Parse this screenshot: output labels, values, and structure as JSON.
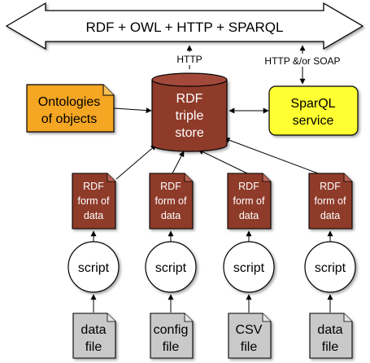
{
  "banner": {
    "label": "RDF + OWL + HTTP + SPARQL"
  },
  "connectors": {
    "http": "HTTP",
    "http_soap": "HTTP &/or SOAP"
  },
  "store": {
    "line1": "RDF",
    "line2": "triple",
    "line3": "store"
  },
  "ontologies": {
    "line1": "Ontologies",
    "line2": "of objects"
  },
  "sparql": {
    "line1": "SparQL",
    "line2": "service"
  },
  "rdf_docs": [
    {
      "line1": "RDF",
      "line2": "form of",
      "line3": "data"
    },
    {
      "line1": "RDF",
      "line2": "form of",
      "line3": "data"
    },
    {
      "line1": "RDF",
      "line2": "form of",
      "line3": "data"
    },
    {
      "line1": "RDF",
      "line2": "form of",
      "line3": "data"
    }
  ],
  "scripts": [
    {
      "label": "script"
    },
    {
      "label": "script"
    },
    {
      "label": "script"
    },
    {
      "label": "script"
    }
  ],
  "files": [
    {
      "line1": "data",
      "line2": "file"
    },
    {
      "line1": "config",
      "line2": "file"
    },
    {
      "line1": "CSV",
      "line2": "file"
    },
    {
      "line1": "data",
      "line2": "file"
    }
  ],
  "colors": {
    "store_fill": "#8f3a2c",
    "rdf_doc_fill": "#8f3a2c",
    "ontologies_fill": "#f5a623",
    "sparql_fill": "#ffff33",
    "file_fill": "#c9c9c9",
    "stroke": "#000000"
  }
}
